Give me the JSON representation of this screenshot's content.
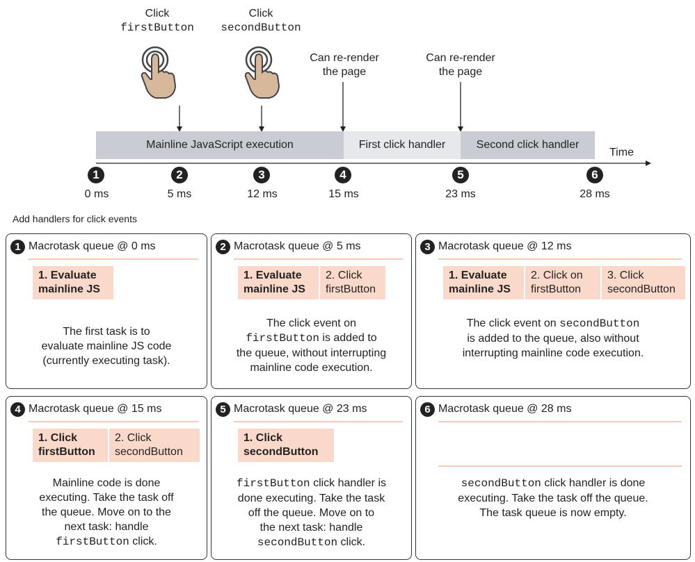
{
  "top": {
    "click_word": "Click",
    "first_button": "firstButton",
    "second_button": "secondButton",
    "rerender_1a": "Can re-render",
    "rerender_1b": "the page",
    "rerender_2a": "Can re-render",
    "rerender_2b": "the page"
  },
  "timeline": {
    "bars": [
      "Mainline JavaScript execution",
      "First click handler",
      "Second click handler"
    ],
    "time_label": "Time",
    "markers": [
      "1",
      "2",
      "3",
      "4",
      "5",
      "6"
    ],
    "ticks": [
      "0 ms",
      "5 ms",
      "12 ms",
      "15 ms",
      "23 ms",
      "28 ms"
    ],
    "colors": {
      "mainline": "#c9cdd3",
      "first": "#e6e8eb",
      "second": "#c9cdd3"
    }
  },
  "section_title": "Add handlers for click events",
  "panels": [
    {
      "num": "1",
      "title": "Macrotask queue @ 0 ms",
      "cells": [
        {
          "text": "1. Evaluate mainline JS",
          "bold": true
        }
      ],
      "desc": [
        "The first task is to",
        "evaluate mainline JS code",
        "(currently executing task)."
      ]
    },
    {
      "num": "2",
      "title": "Macrotask queue @ 5 ms",
      "cells": [
        {
          "text": "1. Evaluate mainline JS",
          "bold": true
        },
        {
          "text": "2. Click firstButton",
          "bold": false
        }
      ],
      "desc_a": "The click event on",
      "desc_mono": "firstButton",
      "desc_b": " is added to",
      "desc_rest": [
        "the queue, without interrupting",
        "mainline code execution."
      ]
    },
    {
      "num": "3",
      "title": "Macrotask queue @ 12 ms",
      "cells": [
        {
          "text": "1. Evaluate mainline JS",
          "bold": true
        },
        {
          "text": "2. Click on firstButton",
          "bold": false
        },
        {
          "text": "3. Click secondButton",
          "bold": false
        }
      ],
      "desc_a": "The click event on ",
      "desc_mono": "secondButton",
      "desc_rest": [
        "is added to the queue, also without",
        "interrupting mainline code execution."
      ]
    },
    {
      "num": "4",
      "title": "Macrotask queue @ 15 ms",
      "cells": [
        {
          "text": "1. Click firstButton",
          "bold": true
        },
        {
          "text": "2. Click secondButton",
          "bold": false
        }
      ],
      "desc": [
        "Mainline code is done",
        "executing. Take the task off",
        "the queue. Move on to the",
        "next task: handle"
      ],
      "desc_mono": "firstButton",
      "desc_end": " click."
    },
    {
      "num": "5",
      "title": "Macrotask queue @ 23 ms",
      "cells": [
        {
          "text": "1. Click secondButton",
          "bold": true
        }
      ],
      "desc_mono": "firstButton",
      "desc_a": " click handler is",
      "desc": [
        "done executing. Take the task",
        "off the queue. Move on to",
        "the next task: handle"
      ],
      "desc_mono2": "secondButton",
      "desc_end": " click."
    },
    {
      "num": "6",
      "title": "Macrotask queue @ 28 ms",
      "cells": [],
      "desc_mono": "secondButton",
      "desc_a": " click handler is done",
      "desc": [
        "executing. Take the task off the queue.",
        "The task queue is now empty."
      ]
    }
  ]
}
